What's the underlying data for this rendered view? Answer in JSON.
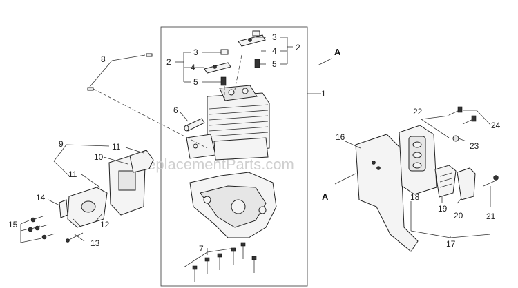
{
  "watermark": "eReplacementParts.com",
  "references": {
    "upper": "A",
    "lower": "A"
  },
  "callouts": [
    "1",
    "2",
    "3",
    "4",
    "5",
    "2",
    "3",
    "4",
    "5",
    "6",
    "7",
    "8",
    "9",
    "10",
    "11",
    "11",
    "12",
    "13",
    "14",
    "15",
    "16",
    "17",
    "18",
    "19",
    "20",
    "21",
    "22",
    "23",
    "24"
  ]
}
